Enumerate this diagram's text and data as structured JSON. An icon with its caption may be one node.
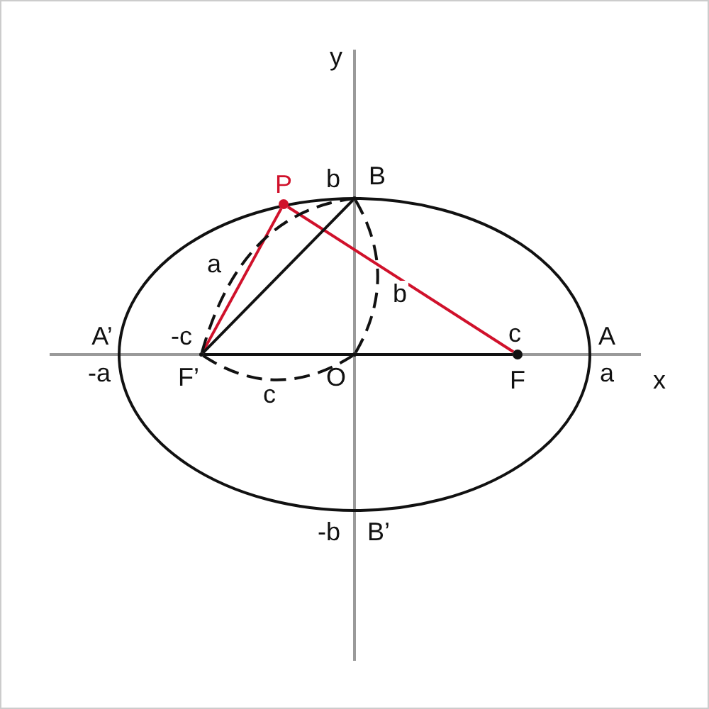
{
  "diagram": {
    "nodes": [
      {
        "text": [],
        "shape": "circle",
        "beside": [
          "P"
        ]
      },
      {
        "text": [],
        "shape": "circle",
        "beside": [
          "B"
        ]
      },
      {
        "text": [],
        "shape": "circle",
        "beside": [
          "F’"
        ]
      },
      {
        "text": [],
        "shape": "circle",
        "beside": [
          "O"
        ]
      },
      {
        "text": [],
        "shape": "circle",
        "beside": [
          "F"
        ]
      }
    ],
    "edges": [
      {
        "from": 2,
        "to": 0,
        "arrow": "none",
        "color": "#d0112b"
      },
      {
        "from": 0,
        "to": 4,
        "arrow": "none",
        "color": "#d0112b"
      },
      {
        "from": 2,
        "to": 1,
        "arrow": "none"
      },
      {
        "from": 2,
        "to": 4,
        "arrow": "none"
      },
      {
        "from": 2,
        "to": 1,
        "arrow": "none",
        "style": "dashed",
        "label": "a"
      },
      {
        "from": 1,
        "to": 3,
        "arrow": "none",
        "style": "dashed",
        "label": "b"
      },
      {
        "from": 2,
        "to": 3,
        "arrow": "none",
        "style": "dashed",
        "label": "c"
      }
    ],
    "labels": [
      "y",
      "b",
      "A’",
      "-c",
      "c",
      "A",
      "-a",
      "a",
      "x",
      "-b",
      "B’"
    ]
  }
}
